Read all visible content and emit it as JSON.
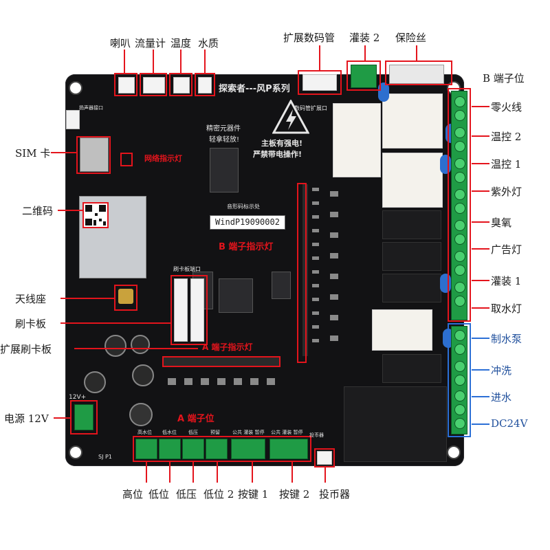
{
  "top_labels": {
    "speaker": "喇叭",
    "flowmeter": "流量计",
    "temperature": "温度",
    "water_quality": "水质",
    "ext_display": "扩展数码管",
    "filling2": "灌装 2",
    "fuse": "保险丝"
  },
  "right_labels": {
    "b_terminal": "B 端子位",
    "live_neutral": "零火线",
    "temp_ctrl2": "温控 2",
    "temp_ctrl1": "温控 1",
    "uv_lamp": "紫外灯",
    "ozone": "臭氧",
    "ad_light": "广告灯",
    "filling1": "灌装 1",
    "water_light": "取水灯",
    "pump": "制水泵",
    "flush": "冲洗",
    "inlet": "进水",
    "dc24v": "DC24V"
  },
  "left_labels": {
    "sim": "SIM 卡",
    "qrcode": "二维码",
    "antenna": "天线座",
    "card_board": "刷卡板",
    "ext_card_board": "扩展刷卡板",
    "power": "电源 12V"
  },
  "bottom_labels": {
    "high_level": "高位",
    "low_level": "低位",
    "low_pressure": "低压",
    "low_level2": "低位 2",
    "button1": "按键 1",
    "button2": "按键 2",
    "coin": "投币器"
  },
  "board": {
    "title": "探索者---风P系列",
    "sticker": "WindP19090002",
    "warning_line1": "主板有强电!",
    "warning_line2": "严禁带电操作!",
    "precision": "精密元器件",
    "handle": "轻拿轻放!",
    "display_port": "数码管扩展口",
    "card_port": "刷卡板端口",
    "a_terminal": "A 端子位",
    "b_indicator": "B 端子指示灯",
    "a_indicator": "A 端子指示灯",
    "net_indicator": "网络指示灯",
    "sound_board": "音形码标示处",
    "speaker_port": "扬声器接口",
    "pwr_label": "12V+",
    "sj_label": "SJ P1",
    "a_sublabels": [
      "高水位",
      "低水位",
      "低压",
      "预留",
      "公共 灌装 暂停",
      "公共 灌装 暂停",
      "投币器"
    ]
  },
  "colors": {
    "annotation": "#e4141c",
    "blue_annotation": "#2b6fd6",
    "board": "#121214",
    "terminal": "#1f9b45"
  }
}
